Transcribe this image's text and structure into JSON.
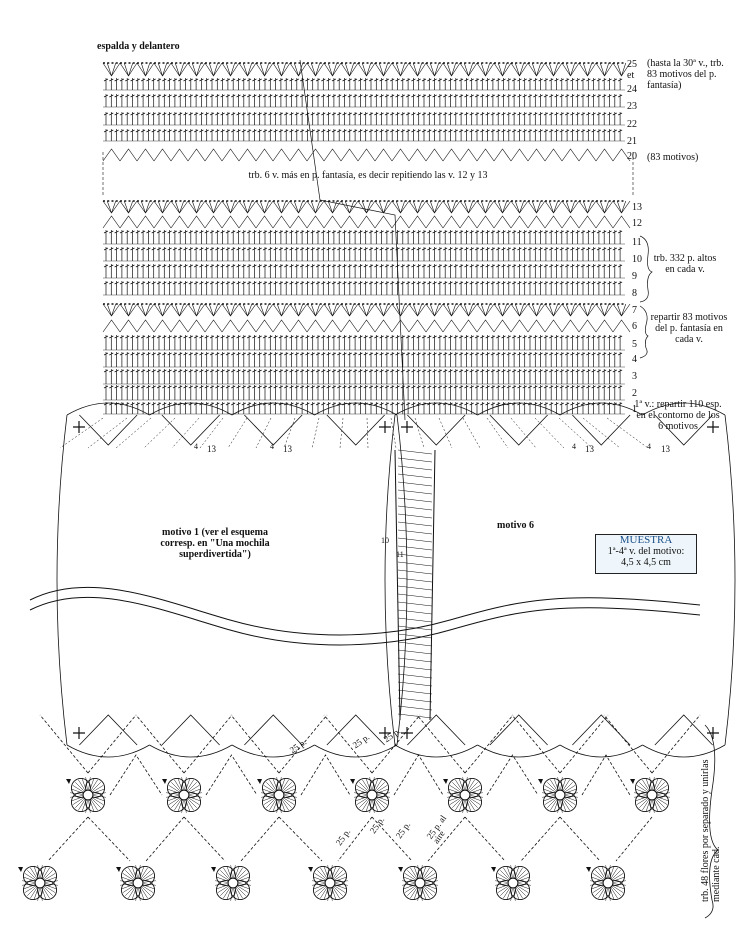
{
  "title": "espalda y delantero",
  "row_labels_top": [
    "25",
    "et",
    "24",
    "23",
    "22",
    "21",
    "20"
  ],
  "row_labels_bottom": [
    "13",
    "12",
    "11",
    "10",
    "9",
    "8",
    "7",
    "6",
    "5",
    "4",
    "3",
    "2",
    "1"
  ],
  "notes": {
    "row25": "(hasta la 30ª v., trb. 83 motivos del p. fantasía)",
    "row25_line1": "(hasta la 30ª v., trb.",
    "row25_line2": "83 motivos del p.",
    "row25_line3": "fantasía)",
    "row20": "(83 motivos)",
    "rows8_11_line1": "trb. 332 p. altos",
    "rows8_11_line2": "en cada v.",
    "rows5_7_line1": "repartir 83 motivos",
    "rows5_7_line2": "del p. fantasía en",
    "rows5_7_line3": "cada v.",
    "row1_line1": "1ª v.: repartir 110 esp.",
    "row1_line2": "en el contorno de los",
    "row1_line3": "6 motivos"
  },
  "box_text": "trb. 6 v. más en p. fantasía, es decir repitiendo las v. 12 y 13",
  "motif1_line1": "motivo 1 (ver el esquema",
  "motif1_line2": "corresp. en \"Una mochila",
  "motif1_line3": "superdivertida\")",
  "motif6": "motivo 6",
  "marks": {
    "n13": "13",
    "n4": "4",
    "n10": "10",
    "n11": "11"
  },
  "muestra": {
    "title": "MUESTRA",
    "line1": "1ª-4ª v. del motivo:",
    "line2": "4,5 x 4,5 cm"
  },
  "chain_labels": [
    "25 p.",
    "25 p.",
    "25 p.",
    "25 p.",
    "25 p.",
    "25 p.",
    "25 p. al"
  ],
  "chain_label_extra": "aire",
  "side_note": "trb. 48 flores por separado y unirlas mediante cad.",
  "colors": {
    "ink": "#111111",
    "muestra_bg": "#eef6fb",
    "muestra_title": "#1a4f8a"
  }
}
